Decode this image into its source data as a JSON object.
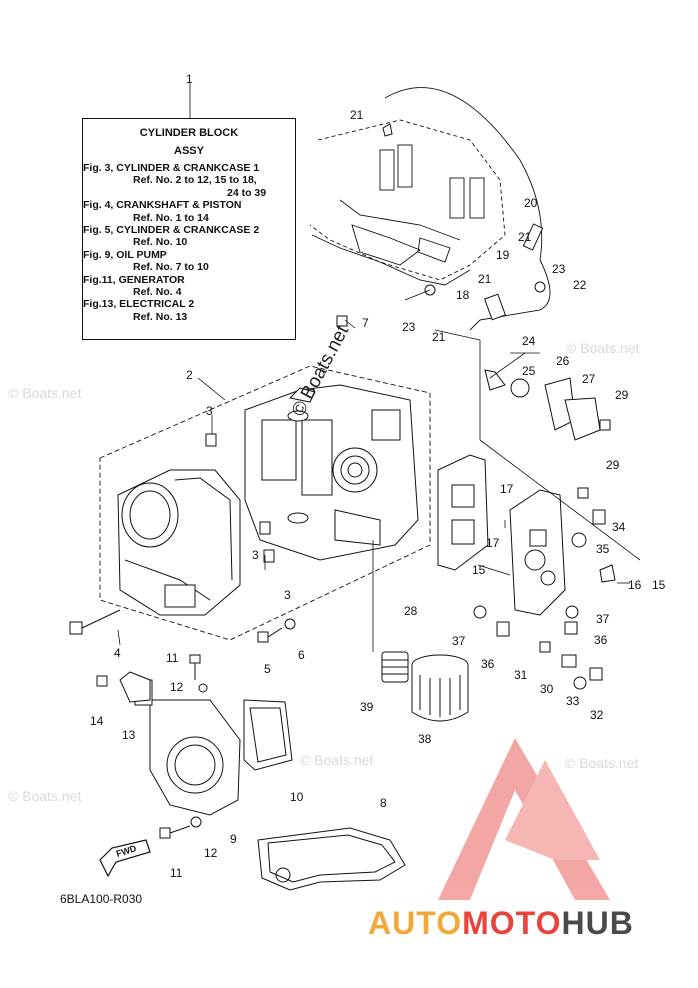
{
  "legend": {
    "title_line1": "CYLINDER BLOCK",
    "title_line2": "ASSY",
    "lines": [
      {
        "text": "Fig. 3, CYLINDER & CRANKCASE 1",
        "kind": "fig"
      },
      {
        "text": "Ref. No. 2 to 12, 15 to 18,",
        "kind": "ref"
      },
      {
        "text": "24 to 39",
        "kind": "ref2"
      },
      {
        "text": "Fig. 4, CRANKSHAFT & PISTON",
        "kind": "fig"
      },
      {
        "text": "Ref. No. 1 to 14",
        "kind": "ref"
      },
      {
        "text": "Fig. 5, CYLINDER & CRANKCASE 2",
        "kind": "fig"
      },
      {
        "text": "Ref. No. 10",
        "kind": "ref"
      },
      {
        "text": "Fig. 9, OIL PUMP",
        "kind": "fig"
      },
      {
        "text": "Ref. No. 7 to 10",
        "kind": "ref"
      },
      {
        "text": "Fig.11, GENERATOR",
        "kind": "fig"
      },
      {
        "text": "Ref. No. 4",
        "kind": "ref"
      },
      {
        "text": "Fig.13, ELECTRICAL 2",
        "kind": "fig"
      },
      {
        "text": "Ref. No. 13",
        "kind": "ref"
      }
    ]
  },
  "part_numbers": [
    "1",
    "2",
    "3",
    "3",
    "3",
    "4",
    "5",
    "6",
    "7",
    "8",
    "9",
    "10",
    "11",
    "11",
    "12",
    "12",
    "13",
    "14",
    "15",
    "15",
    "16",
    "17",
    "17",
    "18",
    "19",
    "20",
    "21",
    "21",
    "21",
    "21",
    "22",
    "23",
    "23",
    "24",
    "25",
    "26",
    "27",
    "28",
    "29",
    "29",
    "30",
    "31",
    "32",
    "33",
    "34",
    "35",
    "36",
    "36",
    "37",
    "37",
    "38",
    "39"
  ],
  "fwd_label": "FWD",
  "diagram_code": "6BLA100-R030",
  "watermark": {
    "site_text": "© Boats.net",
    "diagonal_text": "© Boats.net",
    "brand_part1": "AUTO",
    "brand_part2": "MOTO",
    "brand_part3": "HUB"
  },
  "colors": {
    "line": "#111111",
    "brand_orange": "#f2a93b",
    "brand_red": "#e8443c",
    "brand_gray": "#4a4a4a",
    "logo_red": "#f08a86"
  }
}
